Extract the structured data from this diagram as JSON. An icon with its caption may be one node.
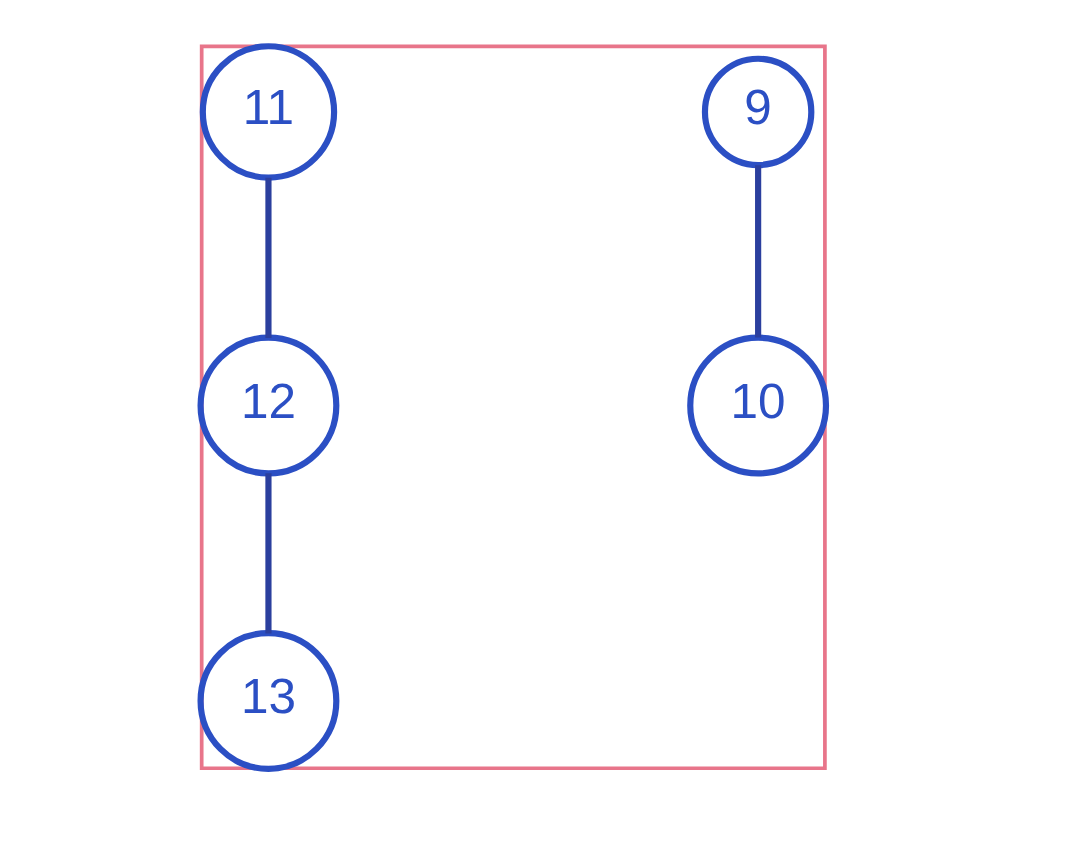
{
  "diagram": {
    "nodes": [
      {
        "text": [],
        "shape": "box"
      },
      {
        "text": [
          "9"
        ],
        "in": 0
      },
      {
        "text": [
          "10"
        ],
        "in": 0
      },
      {
        "text": [
          "11"
        ],
        "in": 0
      },
      {
        "text": [
          "12"
        ],
        "in": 0
      },
      {
        "text": [
          "13"
        ],
        "in": 0
      }
    ],
    "edges": [
      {
        "from": 1,
        "to": 2,
        "arrow": "none"
      },
      {
        "from": 3,
        "to": 4,
        "arrow": "none"
      },
      {
        "from": 4,
        "to": 5,
        "arrow": "none"
      }
    ]
  }
}
